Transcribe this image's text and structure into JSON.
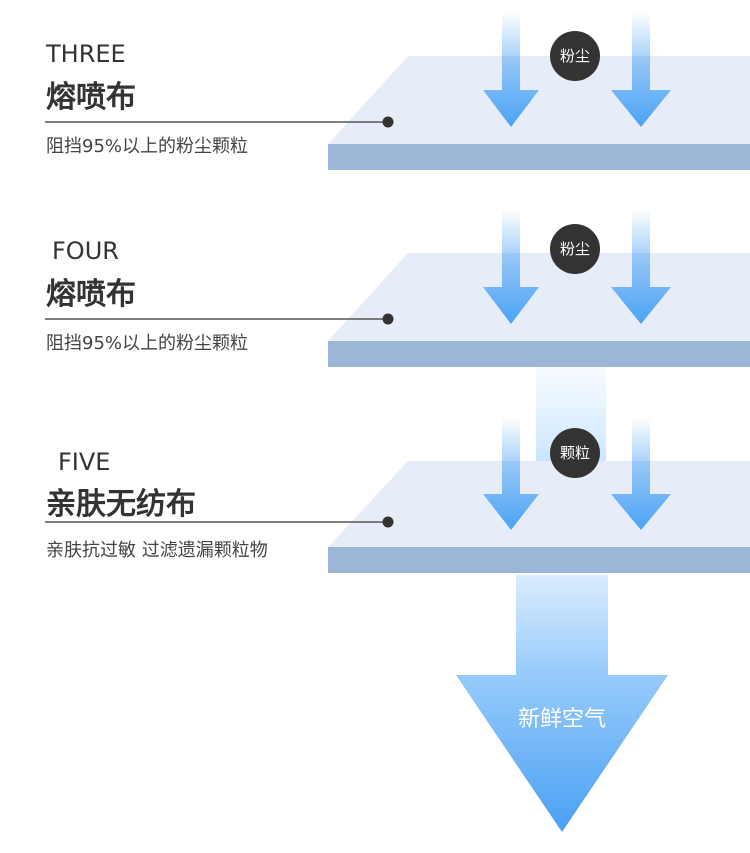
{
  "layers": [
    {
      "name": "THREE",
      "title": "熔喷布",
      "description": "阻挡95%以上的粉尘颗粒",
      "badge": "粉尘"
    },
    {
      "name": "FOUR",
      "title": "熔喷布",
      "description": "阻挡95%以上的粉尘颗粒",
      "badge": "粉尘"
    },
    {
      "name": "FIVE",
      "title": "亲肤无纺布",
      "description": "亲肤抗过敏 过滤遗漏颗粒物",
      "badge": "颗粒"
    }
  ],
  "output_label": "新鲜空气",
  "colors": {
    "plate_top": "#e7edf8",
    "plate_edge": "#9db5d6",
    "arrow": "#4aa3f5",
    "badge": "#333333",
    "big_arrow": "#5aaaf5"
  }
}
